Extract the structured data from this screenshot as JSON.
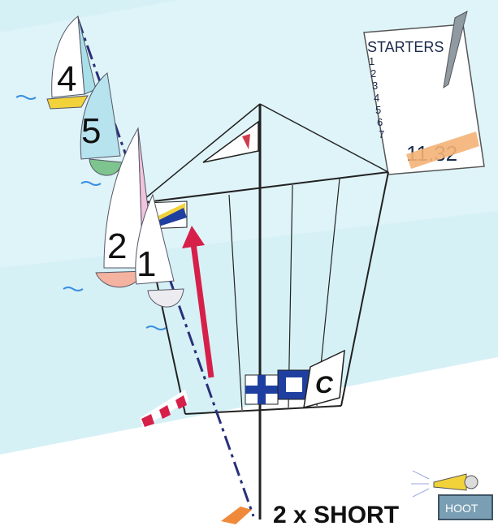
{
  "starters_sheet": {
    "title": "STARTERS",
    "rows": [
      "1",
      "2",
      "3",
      "4",
      "5",
      "6",
      "7"
    ],
    "time_text": "11.32"
  },
  "boats": [
    {
      "number": "4"
    },
    {
      "number": "5"
    },
    {
      "number": "2"
    },
    {
      "number": "1"
    }
  ],
  "signal": {
    "text": "2 x SHORT",
    "button": "HOOT"
  },
  "flags": {
    "c_letter": "C"
  },
  "colors": {
    "water": "#d6f1f6",
    "sand": "#ffffff",
    "arrow": "#d6204a",
    "layline": "#2a2f7a",
    "sheet_tape": "#f4b377",
    "hoot_box": "#7a9fb4"
  }
}
